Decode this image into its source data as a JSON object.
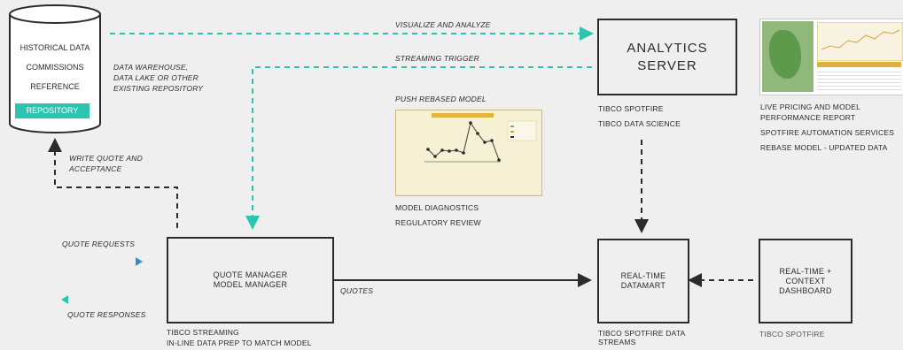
{
  "warehouse": {
    "items": [
      "HISTORICAL DATA",
      "COMMISSIONS",
      "REFERENCE"
    ],
    "badge": "REPOSITORY",
    "caption_lines": [
      "DATA WAREHOUSE,",
      "DATA LAKE OR OTHER",
      "EXISTING REPOSITORY"
    ]
  },
  "flows": {
    "visualize": "VISUALIZE AND ANALYZE",
    "streaming_trigger": "STREAMING TRIGGER",
    "push_model": "PUSH REBASED MODEL",
    "write_quote_lines": [
      "WRITE QUOTE AND",
      "ACCEPTANCE"
    ],
    "quote_requests": "QUOTE REQUESTS",
    "quote_responses": "QUOTE RESPONSES",
    "quotes": "QUOTES"
  },
  "analytics": {
    "title_lines": [
      "ANALYTICS",
      "SERVER"
    ],
    "captions": [
      "TIBCO SPOTFIRE",
      "TIBCO DATA SCIENCE"
    ]
  },
  "report": {
    "captions": [
      "LIVE PRICING AND MODEL",
      "PERFORMANCE REPORT",
      "SPOTFIRE AUTOMATION SERVICES",
      "REBASE MODEL - UPDATED DATA"
    ]
  },
  "model_chart": {
    "captions": [
      "MODEL DIAGNOSTICS",
      "REGULATORY REVIEW"
    ]
  },
  "quote_manager": {
    "lines": [
      "QUOTE MANAGER",
      "MODEL MANAGER"
    ],
    "captions": [
      "TIBCO STREAMING",
      "IN-LINE DATA PREP TO MATCH MODEL"
    ]
  },
  "datamart": {
    "lines": [
      "REAL-TIME",
      "DATAMART"
    ],
    "captions": [
      "TIBCO SPOTFIRE DATA",
      "STREAMS"
    ]
  },
  "dashboard": {
    "lines": [
      "REAL-TIME +",
      "CONTEXT",
      "DASHBOARD"
    ],
    "caption": "TIBCO SPOTFIRE"
  },
  "colors": {
    "teal": "#2ec4b0",
    "dark": "#2b2b2b",
    "accent_blue": "#2a8fd0"
  }
}
